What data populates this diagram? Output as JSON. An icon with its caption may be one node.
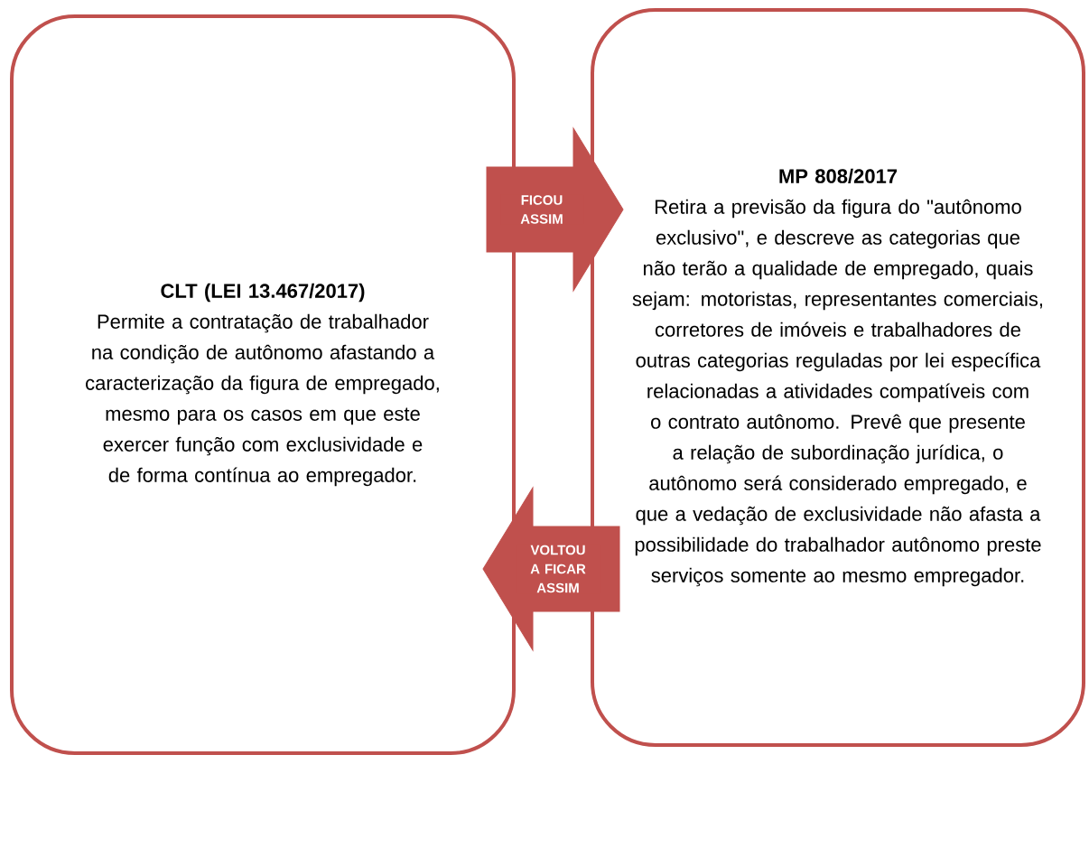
{
  "diagram": {
    "nodes": [
      {
        "text": [
          "CLT (LEI 13.467/2017)",
          "Permite a contratação de trabalhador na condição de autônomo afastando a caracterização da figura de empregado, mesmo para os casos em que este exercer função com exclusividade e de forma contínua ao empregador."
        ]
      },
      {
        "text": [
          "MP 808/2017",
          "Retira a previsão da figura do \"autônomo exclusivo\", e descreve as categorias que não terão a qualidade de empregado, quais sejam: motoristas, representantes comerciais, corretores de imóveis e trabalhadores de outras categorias reguladas por lei específica relacionadas a atividades compatíveis com o contrato autônomo. Prevê que presente a relação de subordinação jurídica, o autônomo será considerado empregado, e que a vedação de exclusividade não afasta a possibilidade do trabalhador autônomo preste serviços somente ao mesmo empregador."
        ]
      }
    ],
    "edges": [
      {
        "from": 0,
        "to": 1,
        "arrow": "to",
        "label": "FICOU ASSIM"
      },
      {
        "from": 1,
        "to": 0,
        "arrow": "to",
        "label": "VOLTOU A FICAR ASSIM"
      }
    ]
  }
}
